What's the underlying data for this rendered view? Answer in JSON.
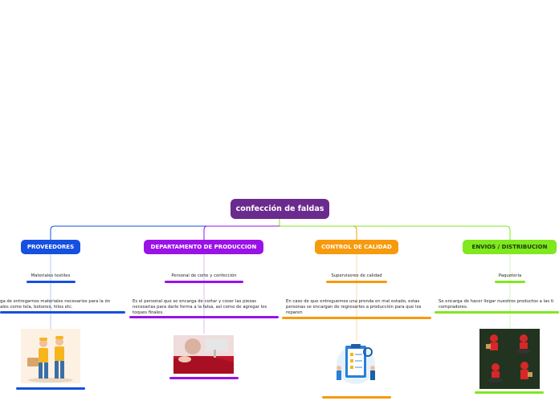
{
  "root": {
    "label": "confección de faldas",
    "color": "#6b2a8e"
  },
  "branches": [
    {
      "label": "PROVEEDORES",
      "color": "#1550e0",
      "sub": "Materiales textiles",
      "desc": "rga de entregarnos materiales necesarios para la ón tales como tela, botones, hilos etc.",
      "image_icon": "workers-illustration-icon"
    },
    {
      "label": "DEPARTAMENTO DE PRODUCCION",
      "color": "#9a12e8",
      "sub": "Personal de corte y confección",
      "desc": "Es el personal que se encarga de cortar y coser las piezas necesarias para darle forma a la falsa, así como de agregar los toques finales.",
      "image_icon": "sewing-machine-photo-icon"
    },
    {
      "label": "CONTROL DE CALIDAD",
      "color": "#f79a0c",
      "sub": "Supervisores de calidad",
      "desc": "En caso de que entreguemos una prenda en mal estado, estas personas se encargan de regresarlos a producción para que los reparen",
      "image_icon": "quality-checklist-illustration-icon"
    },
    {
      "label": "ENVIOS / DISTRIBUCION",
      "color": "#7fe81e",
      "sub": "Paquetería",
      "desc": "Se encarga de hacer llegar nuestros productos a las ti compradores.",
      "image_icon": "delivery-couriers-illustration-icon"
    }
  ]
}
